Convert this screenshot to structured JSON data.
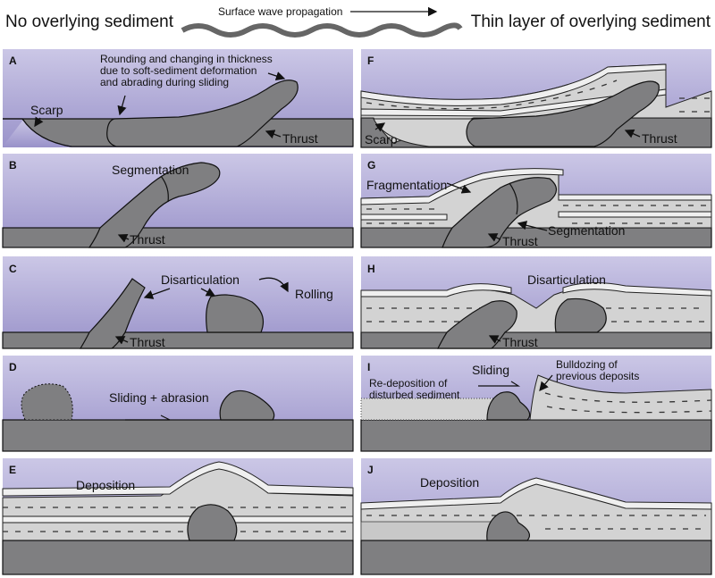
{
  "header": {
    "left_title": "No overlying sediment",
    "center_label": "Surface wave propagation",
    "right_title": "Thin layer of overlying sediment"
  },
  "colors": {
    "water_top": "#c9c5e5",
    "water_bottom": "#9d96cc",
    "rock": "#7f7f81",
    "sediment": "#d3d3d3",
    "sediment_light": "#efefef"
  },
  "panels": {
    "A": {
      "letter": "A",
      "note1": "Rounding and changing in thickness",
      "note2": "due to soft-sediment deformation",
      "note3": "and abrading during sliding",
      "scarp": "Scarp",
      "thrust": "Thrust"
    },
    "B": {
      "letter": "B",
      "segmentation": "Segmentation",
      "thrust": "Thrust"
    },
    "C": {
      "letter": "C",
      "disarticulation": "Disarticulation",
      "rolling": "Rolling",
      "thrust": "Thrust"
    },
    "D": {
      "letter": "D",
      "sliding": "Sliding + abrasion"
    },
    "E": {
      "letter": "E",
      "deposition": "Deposition"
    },
    "F": {
      "letter": "F",
      "scarp": "Scarp",
      "thrust": "Thrust"
    },
    "G": {
      "letter": "G",
      "fragmentation": "Fragmentation",
      "segmentation": "Segmentation",
      "thrust": "Thrust"
    },
    "H": {
      "letter": "H",
      "disarticulation": "Disarticulation",
      "thrust": "Thrust"
    },
    "I": {
      "letter": "I",
      "sliding": "Sliding",
      "bulldozing1": "Bulldozing of",
      "bulldozing2": "previous deposits",
      "redeposition1": "Re-deposition of",
      "redeposition2": "disturbed sediment"
    },
    "J": {
      "letter": "J",
      "deposition": "Deposition"
    }
  }
}
